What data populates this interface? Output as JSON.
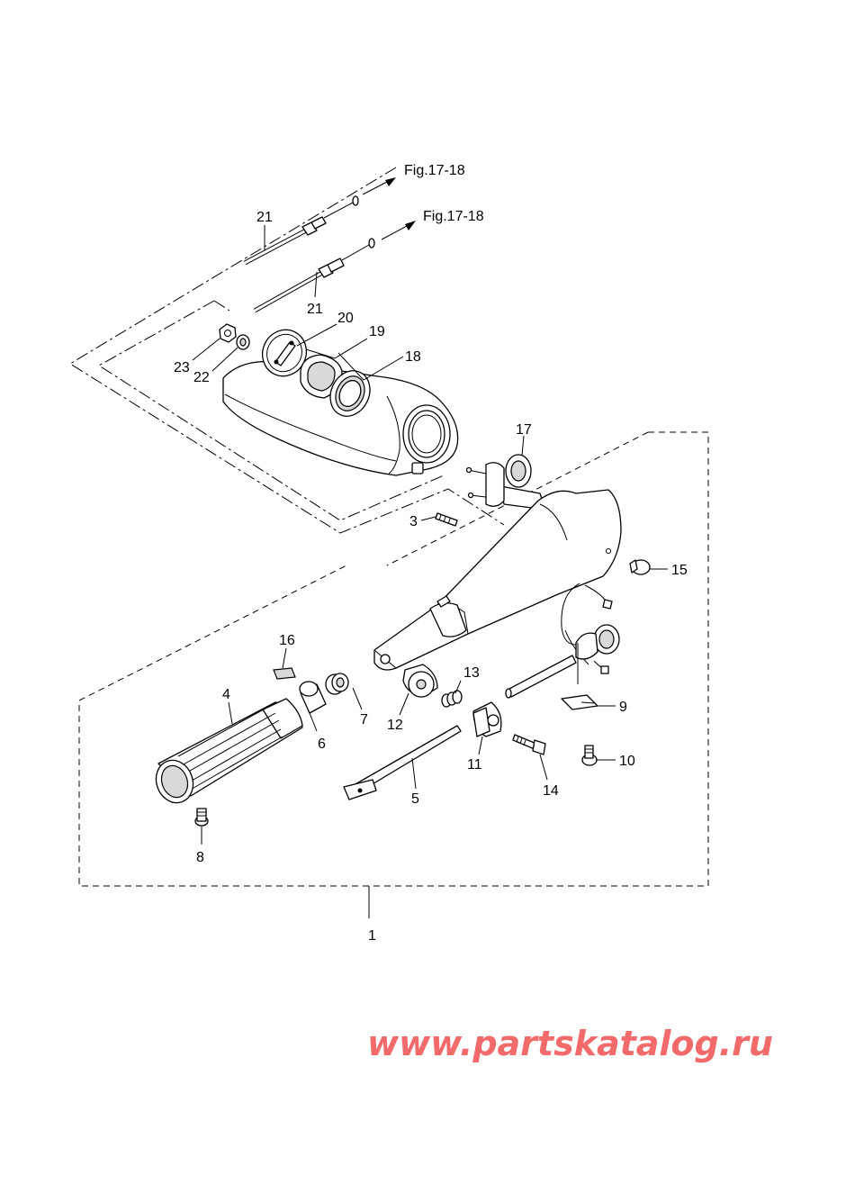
{
  "references": [
    {
      "id": "ref-top",
      "text": "Fig.17-18"
    },
    {
      "id": "ref-bottom",
      "text": "Fig.17-18"
    }
  ],
  "callouts": [
    "21",
    "21",
    "20",
    "19",
    "18",
    "23",
    "22",
    "17",
    "3",
    "15",
    "16",
    "4",
    "7",
    "6",
    "12",
    "13",
    "11",
    "5",
    "14",
    "9",
    "10",
    "8",
    "1"
  ],
  "watermark": "www.partskatalog.ru"
}
